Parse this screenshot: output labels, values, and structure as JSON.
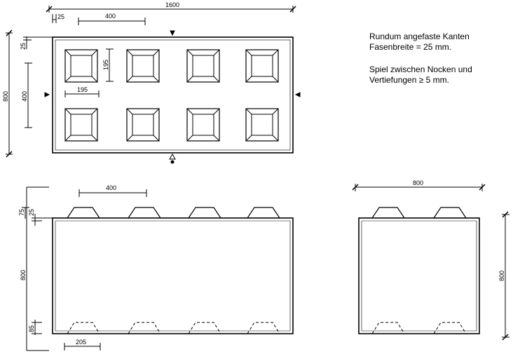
{
  "notes": {
    "line1": "Rundum angefaste Kanten",
    "line2": "Fasenbreite = 25 mm.",
    "line3": "Spiel zwischen Nocken und",
    "line4": "Vertiefungen ≥ 5 mm."
  },
  "top_view": {
    "width_label": "1600",
    "chamfer_label": "25",
    "spacing_label": "400",
    "height_label": "800",
    "top_chamfer_label": "25",
    "row_spacing_label": "400",
    "recess_height_label": "195",
    "recess_width_label": "195"
  },
  "front_view": {
    "spacing_label": "400",
    "nub_height_label": "75",
    "chamfer_label": "25",
    "height_label": "800",
    "recess_depth_label": "85",
    "recess_offset_label": "205"
  },
  "side_view": {
    "width_label": "800",
    "height_label": "800"
  }
}
